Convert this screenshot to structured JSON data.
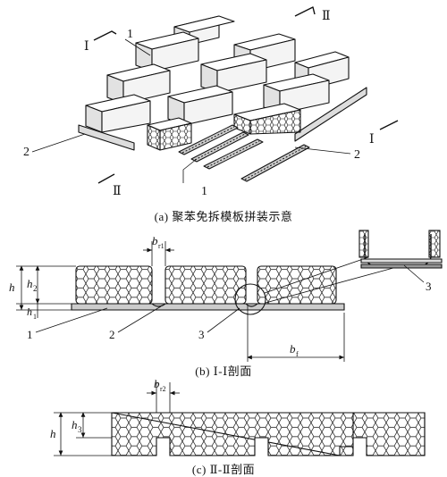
{
  "colors": {
    "ink": "#111111",
    "paper": "#ffffff",
    "foam": "#e6e6e6"
  },
  "panel_a": {
    "caption": "(a) 聚苯免拆模板拼装示意",
    "callouts": {
      "one_top": "1",
      "one_bottom": "1",
      "two_left": "2",
      "two_right": "2"
    },
    "section_marks": {
      "roman_1": "Ⅰ",
      "roman_2": "Ⅱ"
    }
  },
  "panel_b": {
    "caption": "(b) Ⅰ-Ⅰ剖面",
    "dims": {
      "h": "h",
      "h2": "h",
      "h2_sub": "2",
      "h1": "h",
      "h1_sub": "1",
      "br1": "b",
      "br1_sub": "r1",
      "bf": "b",
      "bf_sub": "f"
    },
    "callouts": {
      "c1": "1",
      "c2": "2",
      "c3": "3",
      "c3_detail": "3"
    }
  },
  "panel_c": {
    "caption": "(c) Ⅱ-Ⅱ剖面",
    "dims": {
      "h": "h",
      "h3": "h",
      "h3_sub": "3",
      "br2": "b",
      "br2_sub": "r2"
    }
  }
}
